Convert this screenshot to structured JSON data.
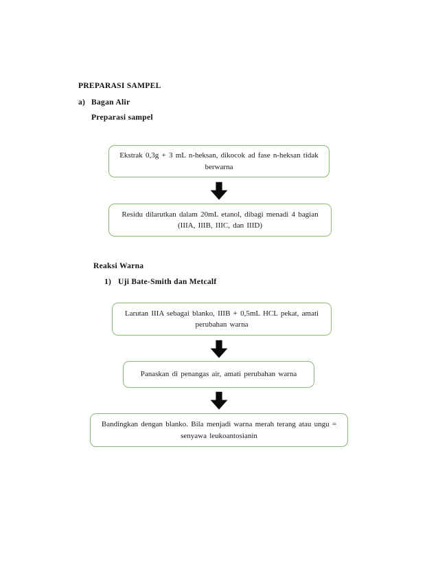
{
  "document": {
    "title": "PREPARASI SAMPEL",
    "sections": [
      {
        "marker": "a)",
        "label": "Bagan Alir",
        "subheading": "Preparasi sampel"
      },
      {
        "heading": "Reaksi Warna",
        "marker": "1)",
        "label": "Uji Bate-Smith dan Metcalf"
      }
    ]
  },
  "flowchart_preparasi": {
    "steps": [
      {
        "id": "ekstrak",
        "text": "Ekstrak 0,3g + 3 mL n-heksan, dikocok ad fase n-heksan tidak berwarna"
      },
      {
        "id": "residu",
        "text": "Residu dilarutkan dalam 20mL etanol, dibagi menadi 4 bagian (IIIA, IIIB, IIIC, dan IIID)"
      }
    ],
    "connectors": [
      {
        "id": "arrow-1",
        "icon": "arrow-down-icon"
      }
    ]
  },
  "flowchart_reaksi_warna": {
    "steps": [
      {
        "id": "larutan",
        "text": "Larutan IIIA sebagai blanko, IIIB + 0,5mL HCL pekat, amati perubahan warna"
      },
      {
        "id": "panaskan",
        "text": "Panaskan di penangas air, amati perubahan warna"
      },
      {
        "id": "bandingkan",
        "text": "Bandingkan dengan blanko. Bila menjadi warna merah terang atau ungu = senyawa leukoantosianin"
      }
    ],
    "connectors": [
      {
        "id": "arrow-2",
        "icon": "arrow-down-icon"
      },
      {
        "id": "arrow-3",
        "icon": "arrow-down-icon"
      }
    ]
  },
  "style": {
    "box_border_color": "#8fb573",
    "arrow_color": "#000000",
    "page_background": "#ffffff",
    "text_color": "#111111"
  }
}
